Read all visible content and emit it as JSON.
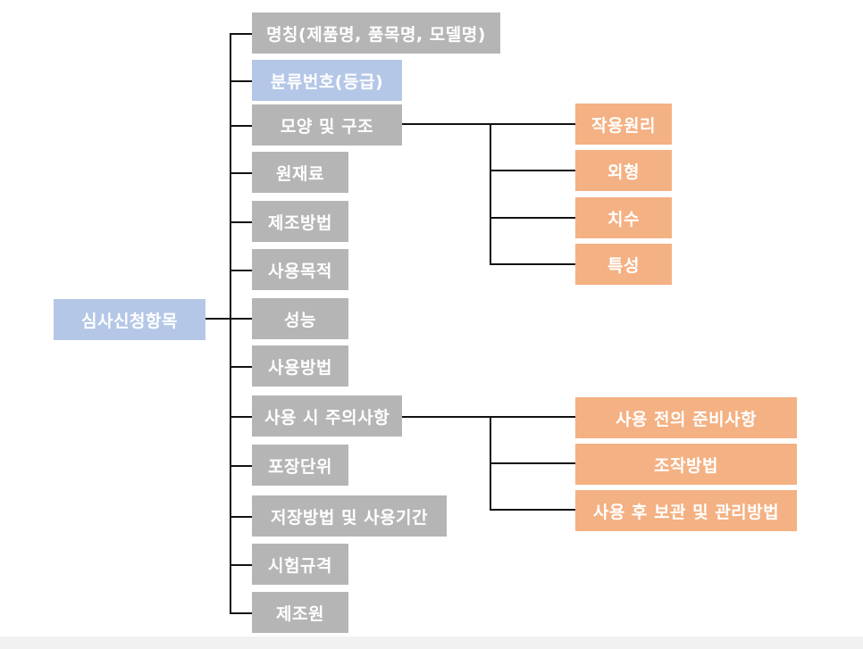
{
  "colors": {
    "root": "#b4c7e7",
    "category": "#b5b5b5",
    "highlight": "#b4c7e7",
    "detail": "#f4b183",
    "line": "#111111",
    "text": "#ffffff"
  },
  "root": {
    "label": "심사신청항목"
  },
  "categories": [
    {
      "label": "명칭(제품명, 품목명, 모델명)"
    },
    {
      "label": "분류번호(등급)"
    },
    {
      "label": "모양 및 구조"
    },
    {
      "label": "원재료"
    },
    {
      "label": "제조방법"
    },
    {
      "label": "사용목적"
    },
    {
      "label": "성능"
    },
    {
      "label": "사용방법"
    },
    {
      "label": "사용 시 주의사항"
    },
    {
      "label": "포장단위"
    },
    {
      "label": "저장방법 및 사용기간"
    },
    {
      "label": "시험규격"
    },
    {
      "label": "제조원"
    }
  ],
  "shape_details": [
    {
      "label": "작용원리"
    },
    {
      "label": "외형"
    },
    {
      "label": "치수"
    },
    {
      "label": "특성"
    }
  ],
  "caution_details": [
    {
      "label": "사용 전의 준비사항"
    },
    {
      "label": "조작방법"
    },
    {
      "label": "사용 후 보관 및 관리방법"
    }
  ]
}
